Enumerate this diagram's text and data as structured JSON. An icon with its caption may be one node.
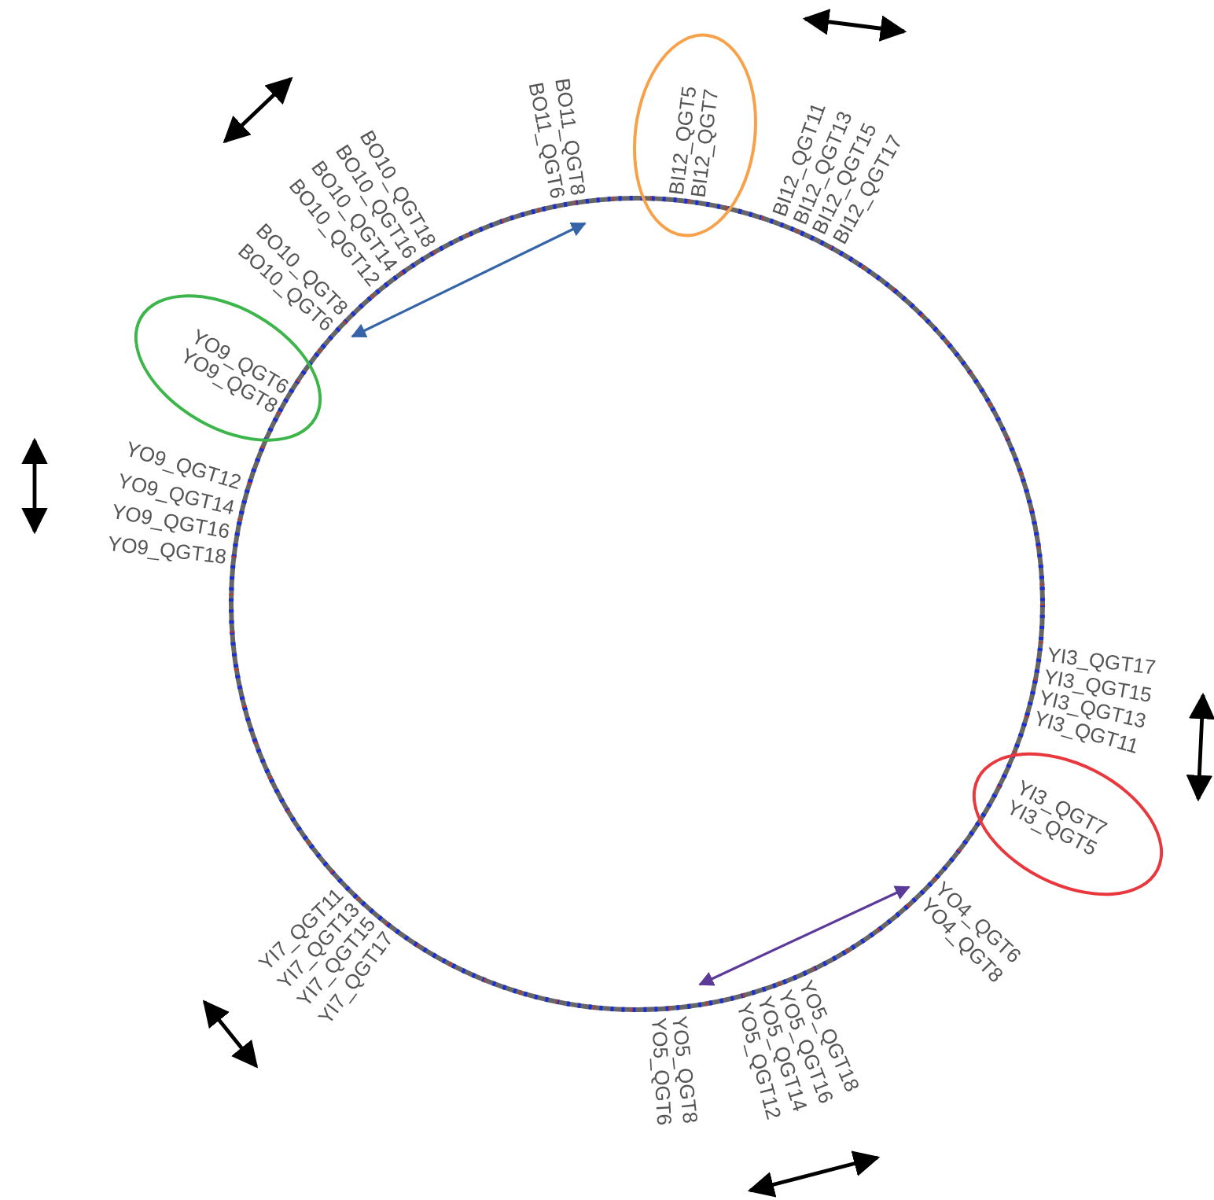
{
  "diagram": {
    "nodes": [
      {
        "text": [
          "BI12_QGT5",
          "BI12_QGT7"
        ]
      },
      {
        "text": [
          "YO9_QGT6",
          "YO9_QGT8"
        ]
      },
      {
        "text": [
          "YI3_QGT7",
          "YI3_QGT5"
        ]
      }
    ],
    "labels": [
      "BO11_QGT6",
      "BO11_QGT8",
      "BO10_QGT18",
      "BO10_QGT16",
      "BO10_QGT14",
      "BO10_QGT12",
      "BI12_QGT11",
      "BI12_QGT13",
      "BI12_QGT15",
      "BI12_QGT17",
      "BO10_QGT8",
      "BO10_QGT6",
      "YO9_QGT12",
      "YO9_QGT14",
      "YO9_QGT16",
      "YO9_QGT18",
      "YI3_QGT17",
      "YI3_QGT15",
      "YI3_QGT13",
      "YI3_QGT11",
      "YI7_QGT11",
      "YI7_QGT13",
      "YI7_QGT15",
      "YI7_QGT17",
      "YO4_QGT6",
      "YO4_QGT8",
      "YO5_QGT6",
      "YO5_QGT8",
      "YO5_QGT12",
      "YO5_QGT14",
      "YO5_QGT16",
      "YO5_QGT18"
    ]
  }
}
